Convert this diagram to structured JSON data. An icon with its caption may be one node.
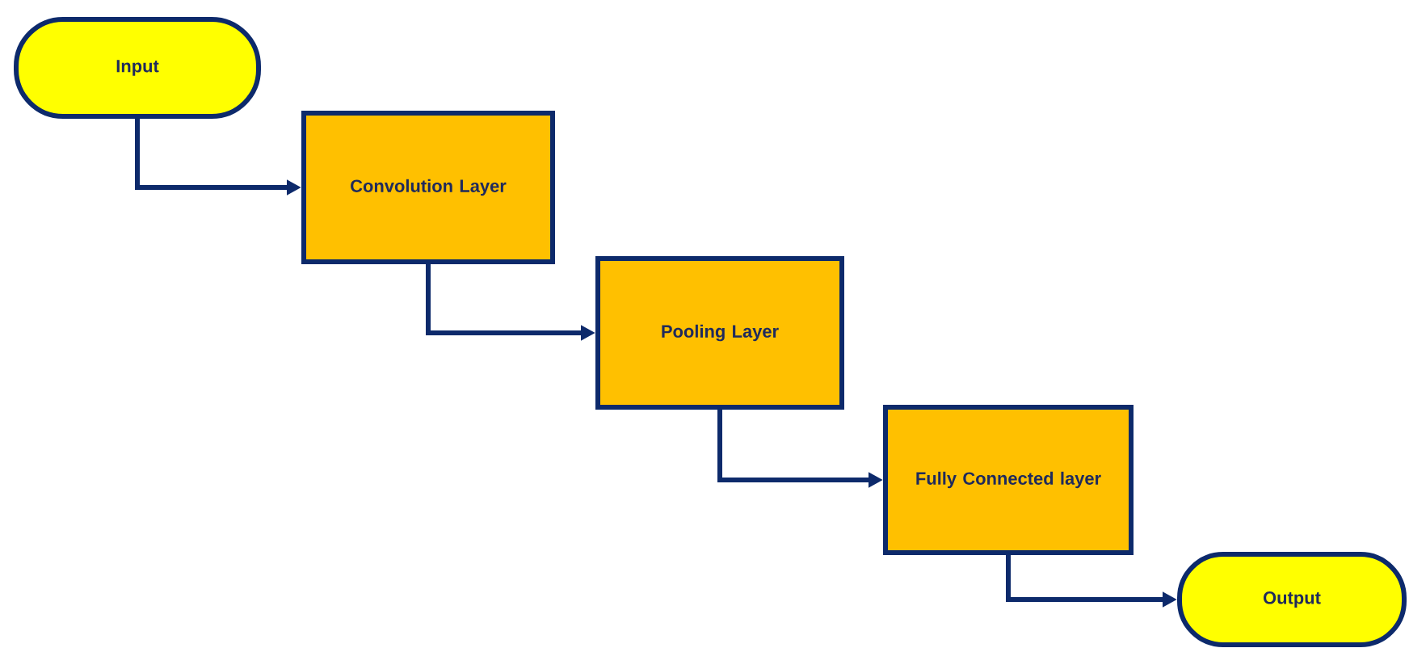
{
  "diagram": {
    "nodes": [
      {
        "text": [
          "Input"
        ]
      },
      {
        "text": [
          "Convolution Layer"
        ]
      },
      {
        "text": [
          "Pooling Layer"
        ]
      },
      {
        "text": [
          "Fully Connected layer"
        ]
      },
      {
        "text": [
          "Output"
        ]
      }
    ],
    "edges": [
      {
        "from": 0,
        "to": 1,
        "arrow": "to"
      },
      {
        "from": 1,
        "to": 2,
        "arrow": "to"
      },
      {
        "from": 2,
        "to": 3,
        "arrow": "to"
      },
      {
        "from": 3,
        "to": 4,
        "arrow": "to"
      }
    ]
  }
}
